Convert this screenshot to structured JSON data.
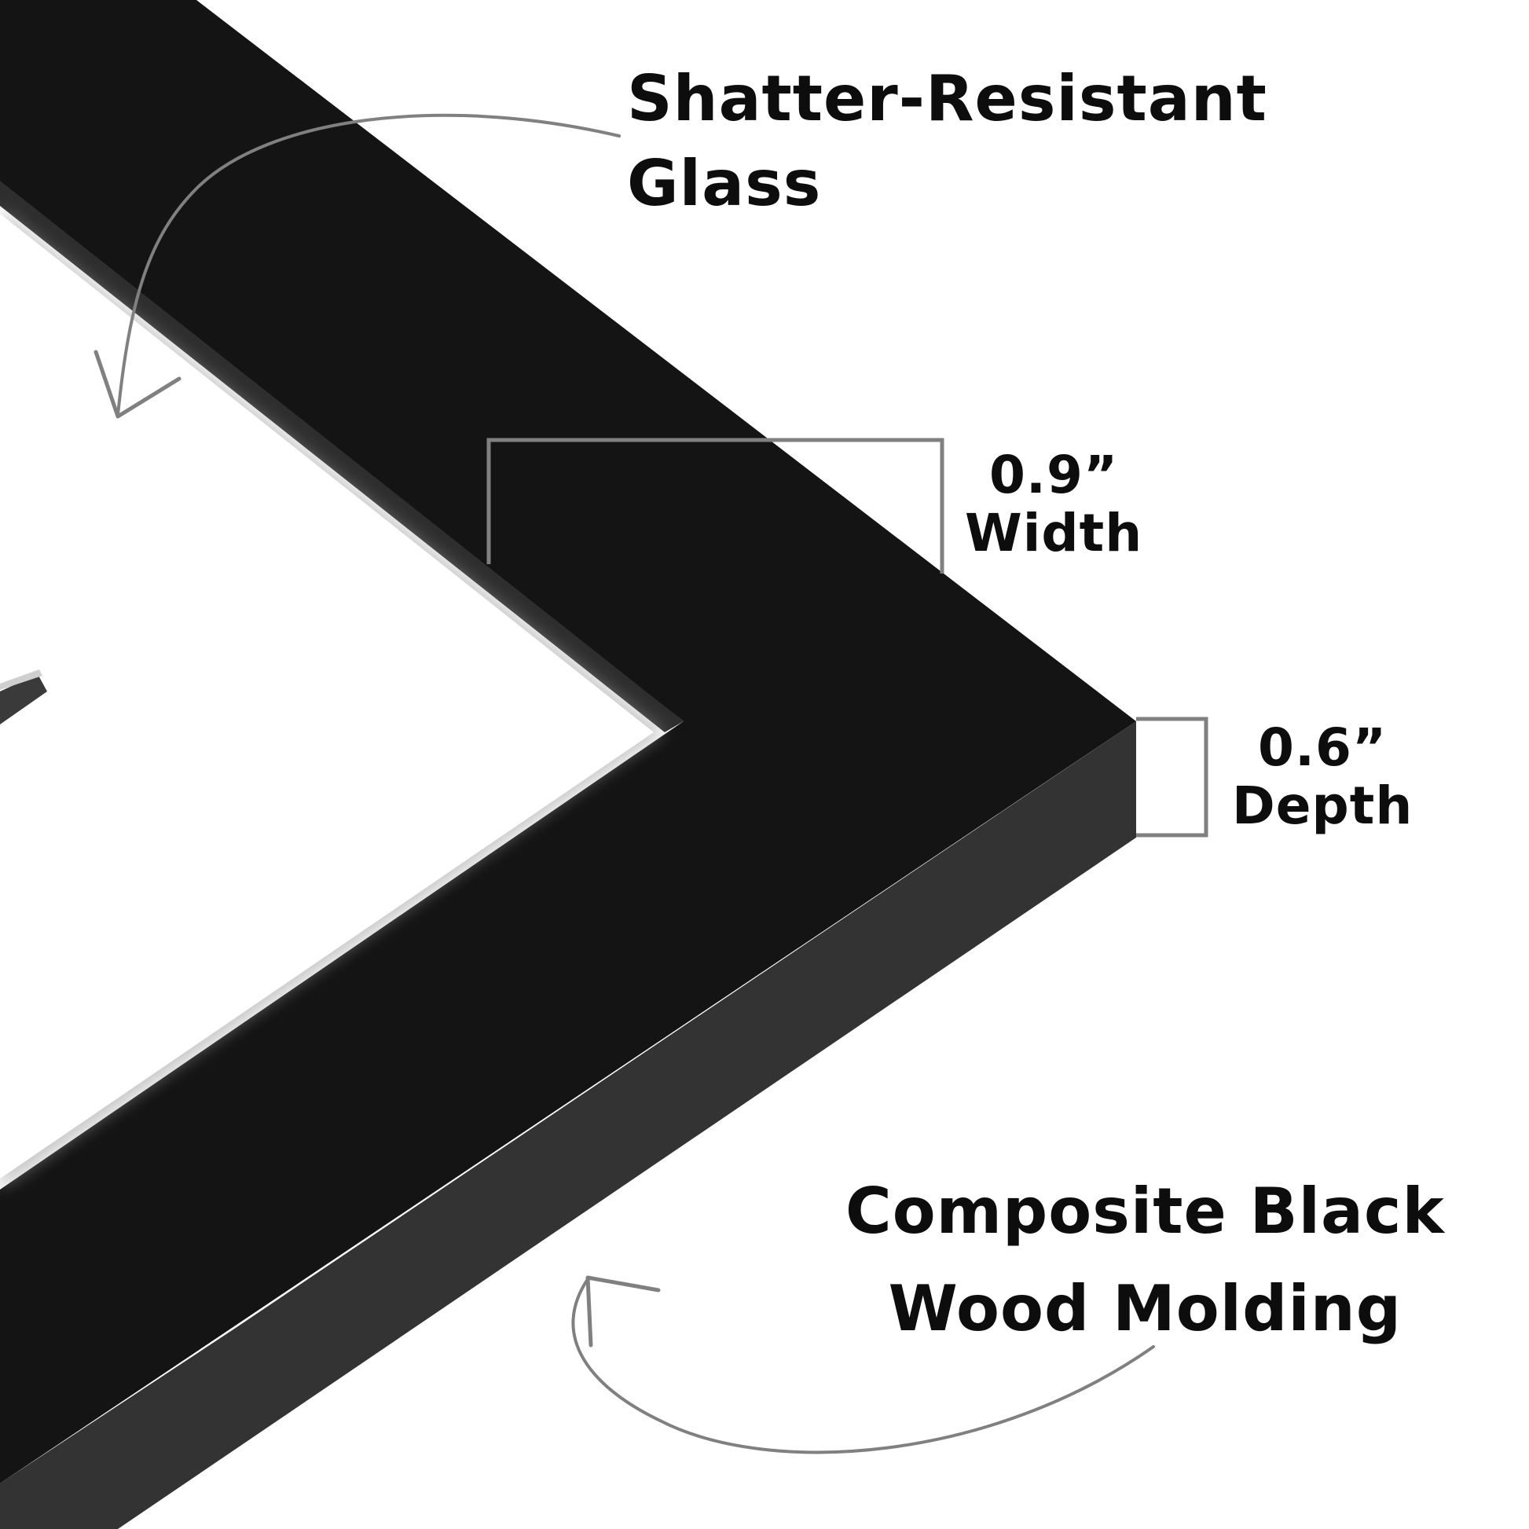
{
  "labels": {
    "glass": {
      "line1": "Shatter-Resistant",
      "line2": "Glass"
    },
    "width": {
      "value": "0.9”",
      "caption": "Width"
    },
    "depth": {
      "value": "0.6”",
      "caption": "Depth"
    },
    "molding": {
      "line1": "Composite Black",
      "line2": "Wood Molding"
    }
  },
  "colors": {
    "frame_face": "#141414",
    "frame_side": "#333333",
    "glass_edge": "#2e2e2e",
    "mat": "#ffffff",
    "callout_lines": "#808080",
    "text": "#0d0d0d"
  }
}
